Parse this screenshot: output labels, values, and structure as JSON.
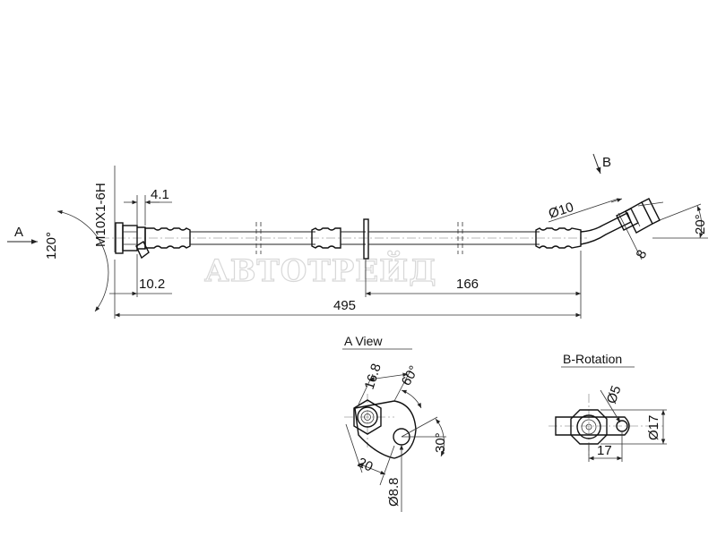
{
  "watermark": "АВТОТРЕЙД",
  "view_markers": {
    "a": "A",
    "b": "B"
  },
  "main_view": {
    "thread_label": "M10X1-6H",
    "angle_a": "120°",
    "dim_4_1": "4.1",
    "dim_10_2": "10.2",
    "dim_166": "166",
    "dim_495": "495",
    "dim_dia10": "Ø10",
    "dim_8": "8",
    "angle_20": "20°"
  },
  "a_view": {
    "title": "A View",
    "dim_16_8": "16.8",
    "angle_60": "60°",
    "angle_30": "30°",
    "dim_20": "20",
    "dim_dia8_8": "Ø8.8"
  },
  "b_rotation": {
    "title": "B-Rotation",
    "dim_dia5": "Ø5",
    "dim_dia17": "Ø17",
    "dim_17": "17"
  }
}
